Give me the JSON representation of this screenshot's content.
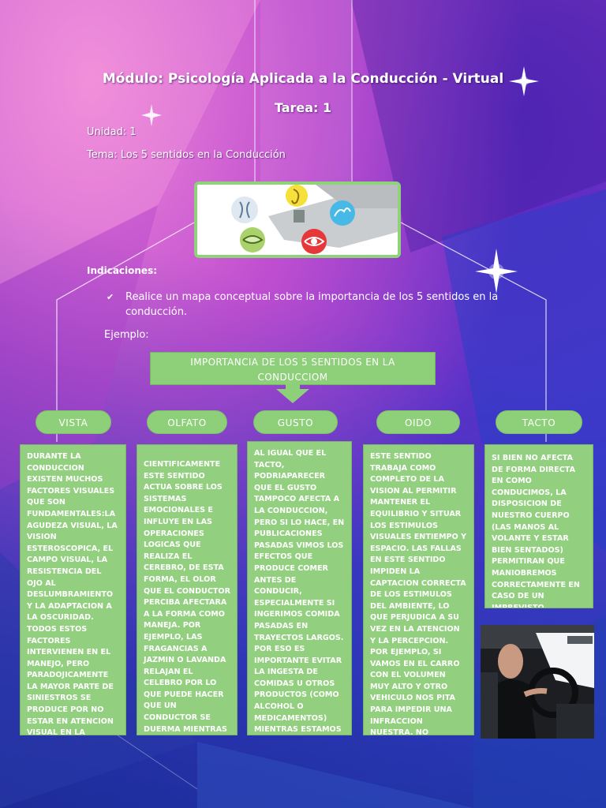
{
  "header": {
    "title": "Módulo: Psicología Aplicada a la Conducción - Virtual",
    "task": "Tarea: 1",
    "unit": "Unidad: 1",
    "topic": "Tema: Los 5 sentidos en la Conducción"
  },
  "instructions": {
    "heading": "Indicaciones:",
    "bullet": "Realice un mapa conceptual sobre la importancia de los 5 sentidos en la conducción.",
    "example": "Ejemplo:"
  },
  "map": {
    "banner_line1": "IMPORTANCIA DE LOS 5 SENTIDOS EN LA",
    "banner_line2": "CONDUCCIOM",
    "senses": [
      {
        "label": "VISTA",
        "text": "DURANTE LA CONDUCCION EXISTEN MUCHOS FACTORES VISUALES QUE SON FUNDAMENTALES:LA AGUDEZA VISUAL, LA VISION ESTEROSCOPICA, EL CAMPO VISUAL, LA RESISTENCIA DEL OJO AL DESLUMBRAMIENTO Y LA ADAPTACION A LA OSCURIDAD. TODOS ESTOS FACTORES INTERVIENEN EN EL MANEJO, PERO PARADOJICAMENTE LA MAYOR PARTE DE SINIESTROS SE PRODUCE POR NO ESTAR EN ATENCION VISUAL EN LA CARRETERA."
      },
      {
        "label": "OLFATO",
        "text": "CIENTIFICAMENTE ESTE SENTIDO ACTUA SOBRE LOS SISTEMAS EMOCIONALES E INFLUYE EN LAS OPERACIONES LOGICAS QUE REALIZA EL CEREBRO, DE ESTA FORMA, EL OLOR QUE EL CONDUCTOR PERCIBA AFECTARA A LA FORMA COMO MANEJA. POR EJEMPLO, LAS FRAGANCIAS A JAZMIN O LAVANDA RELAJAN EL CELEBRO POR LO QUE PUEDE HACER QUE UN CONDUCTOR SE DUERMA MIENTRAS CONDUCE."
      },
      {
        "label": "GUSTO",
        "text": "AL IGUAL QUE EL TACTO, PODRIAPARECER QUE EL GUSTO TAMPOCO AFECTA A LA CONDUCCION, PERO SI LO HACE, EN PUBLICACIONES PASADAS VIMOS LOS EFECTOS QUE PRODUCE COMER ANTES DE CONDUCIR, ESPECIALMENTE SI INGERIMOS COMIDA PASADAS EN TRAYECTOS LARGOS. POR ESO ES IMPORTANTE EVITAR LA INGESTA DE COMIDAS U OTROS PRODUCTOS (COMO ALCOHOL O MEDICAMENTOS) MIENTRAS ESTAMOS AL VOLANTE."
      },
      {
        "label": "OIDO",
        "text": "ESTE SENTIDO TRABAJA COMO COMPLETO DE LA VISION AL PERMITIR MANTENER EL EQUILIBRIO Y SITUAR LOS ESTIMULOS VISUALES ENTIEMPO Y ESPACIO. LAS FALLAS EN ESTE SENTIDO IMPIDEN LA CAPTACION CORRECTA DE LOS ESTIMULOS DEL AMBIENTE, LO QUE PERJUDICA A SU VEZ EN LA ATENCION Y LA PERCEPCION. POR EJEMPLO, SI VAMOS EN EL CARRO CON EL VOLUMEN MUY ALTO Y OTRO VEHICULO NOS PITA PARA IMPEDIR UNA INFRACCION NUESTRA, NO REACCIONAREMOS A TIEMPO PARA EVITARLO."
      },
      {
        "label": "TACTO",
        "text": "SI BIEN NO AFECTA DE FORMA DIRECTA EN COMO CONDUCIMOS, LA DISPOSICION DE NUESTRO CUERPO (LAS MANOS AL VOLANTE Y ESTAR BIEN SENTADOS) PERMITIRAN QUE MANIOBREMOS CORRECTAMENTE EN CASO DE UN IMPREVISTO."
      }
    ]
  },
  "colors": {
    "green_box": "#92cf7f",
    "green_pill": "#8ed07a",
    "text": "#ffffff"
  }
}
